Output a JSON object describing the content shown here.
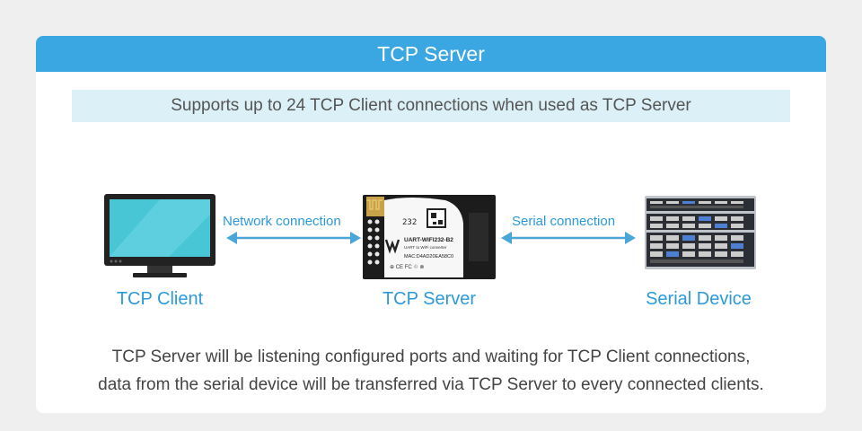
{
  "header": {
    "title": "TCP Server"
  },
  "banner": {
    "text": "Supports up to 24 TCP Client connections when used as TCP Server"
  },
  "nodes": {
    "client": {
      "label": "TCP Client",
      "icon": "monitor-icon"
    },
    "server": {
      "label": "TCP Server",
      "icon": "module-board-icon"
    },
    "device": {
      "label": "Serial Device",
      "icon": "server-rack-icon"
    }
  },
  "connections": {
    "network": {
      "label": "Network connection"
    },
    "serial": {
      "label": "Serial connection"
    }
  },
  "module": {
    "model": "UART-WIFI232-B2",
    "subtitle": "UART to WiFi converter",
    "mac": "MAC:D4AD20EA58C0",
    "code": "232"
  },
  "description": {
    "line1": "TCP Server will be listening configured ports and waiting for TCP Client connections,",
    "line2": "data from the serial device will be transferred via TCP Server to every connected clients."
  },
  "colors": {
    "header": "#3aa7e3",
    "banner": "#dcf0f7",
    "accent": "#2c9ad8",
    "arrow": "#4aa6d6"
  }
}
